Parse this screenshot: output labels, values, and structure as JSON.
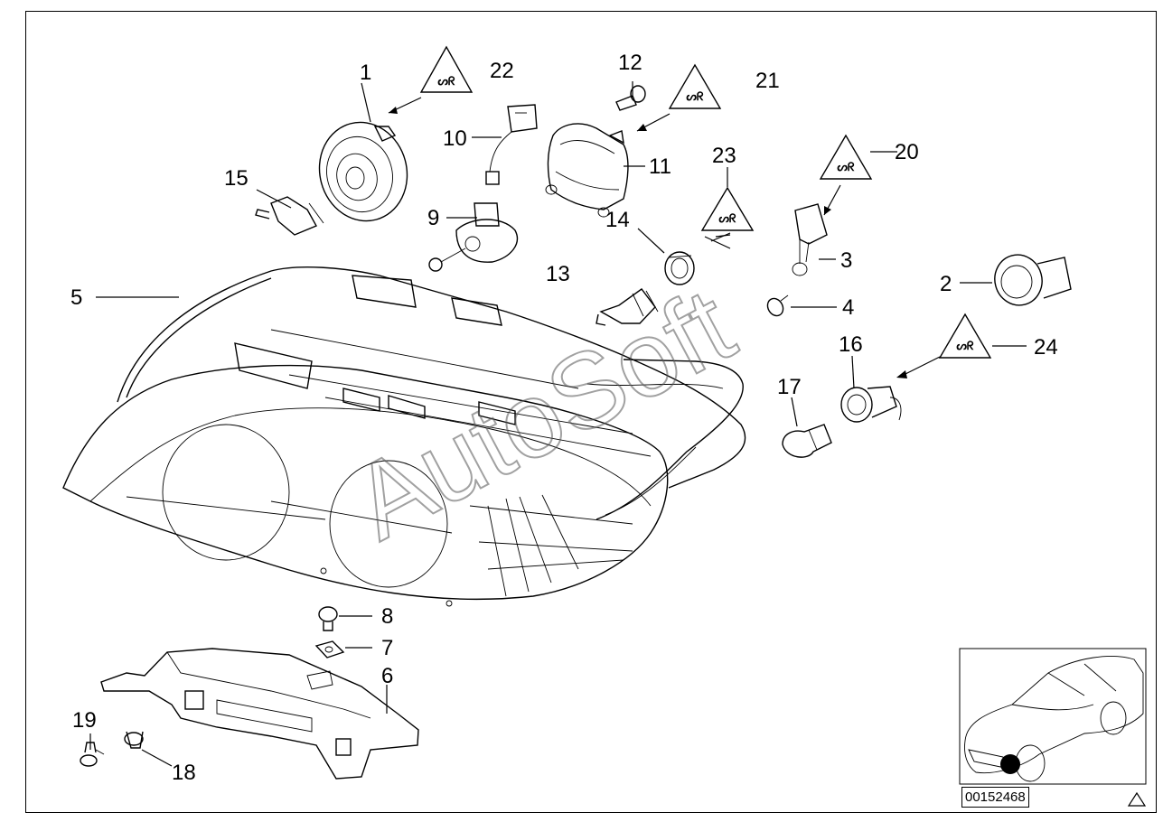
{
  "diagram": {
    "callouts": [
      "1",
      "2",
      "3",
      "4",
      "5",
      "6",
      "7",
      "8",
      "9",
      "10",
      "11",
      "12",
      "13",
      "14",
      "15",
      "16",
      "17",
      "18",
      "19",
      "20",
      "21",
      "22",
      "23",
      "24"
    ],
    "warning_symbols": [
      "22",
      "21",
      "23",
      "20",
      "24"
    ],
    "watermark": "AutoSoft",
    "document_number": "00152468",
    "icons": [
      "warning-triangle-icon",
      "car-locator-icon",
      "corner-triangle-icon"
    ]
  }
}
